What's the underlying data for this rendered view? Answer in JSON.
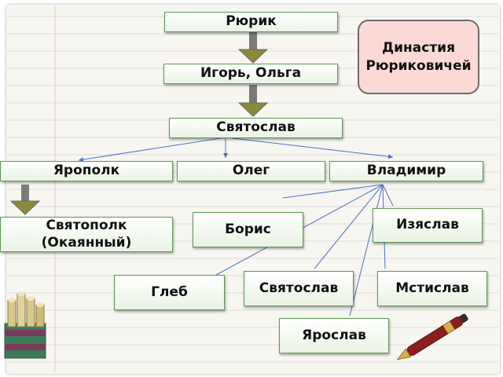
{
  "title": "Династия Рюриковичей",
  "nodes": {
    "rurik": "Рюрик",
    "igor_olga": "Игорь, Ольга",
    "svyatoslav_1": "Святослав",
    "yaropolk": "Ярополк",
    "oleg": "Олег",
    "vladimir": "Владимир",
    "svyatopolk": "Святополк (Окаянный)",
    "boris": "Борис",
    "izyaslav": "Изяслав",
    "gleb": "Глеб",
    "svyatoslav_2": "Святослав",
    "mstislav": "Мстислав",
    "yaroslav": "Ярослав"
  },
  "colors": {
    "node_border": "#5c9a52",
    "arrow_fill": "#8a8a3a",
    "connector": "#4a74c4",
    "title_bg": "#fbd9d5"
  },
  "decorations": [
    "scrolls-icon",
    "pen-icon"
  ]
}
